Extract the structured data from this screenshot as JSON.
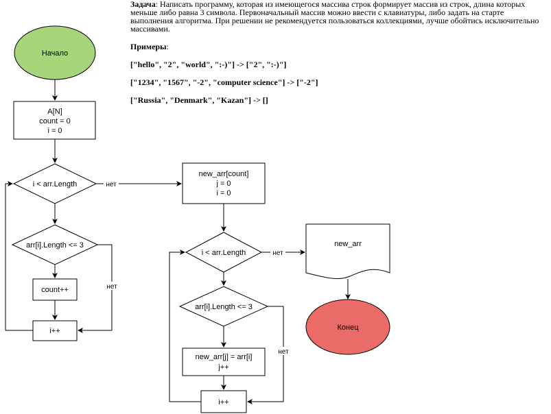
{
  "task": {
    "title": "Задача",
    "text": ": Написать программу, которая из имеющегося массива строк формирует массив из строк, длина которых меньше либо равна 3 символа. Первоначальный массив можно ввести с клавиатуры, либо задать на старте выполнения алгоритма. При решении не рекомендуется пользоваться коллекциями, лучше обойтись исключительно массивами.",
    "examples_title": "Примеры",
    "examples_colon": ":",
    "examples": [
      "[\"hello\", \"2\", \"world\", \":-)\"] -> [\"2\", \":-)\"]",
      "[\"1234\", \"1567\", \"-2\", \"computer science\"] -> [\"-2\"]",
      "[\"Russia\", \"Denmark\", \"Kazan\"] -> []"
    ]
  },
  "flow": {
    "start": "Начало",
    "init": [
      "A[N]",
      "count = 0",
      "i = 0"
    ],
    "cond1": "i < arr.Length",
    "cond2": "arr[i].Length <= 3",
    "count_inc": "count++",
    "i_inc_1": "i++",
    "no_1": "нет",
    "no_2": "нет",
    "new_init": [
      "new_arr[count]",
      "j = 0",
      "i = 0"
    ],
    "cond3": "i < arr.Length",
    "cond4": "arr[i].Length <= 3",
    "assign": [
      "new_arr[j] = arr[i]",
      "j++"
    ],
    "i_inc_2": "i++",
    "no_3": "нет",
    "no_4": "нет",
    "output": "new_arr",
    "end": "Конец"
  },
  "colors": {
    "start_fill": "#a6d57c",
    "end_fill": "#eb6b69",
    "stroke": "#000000"
  }
}
